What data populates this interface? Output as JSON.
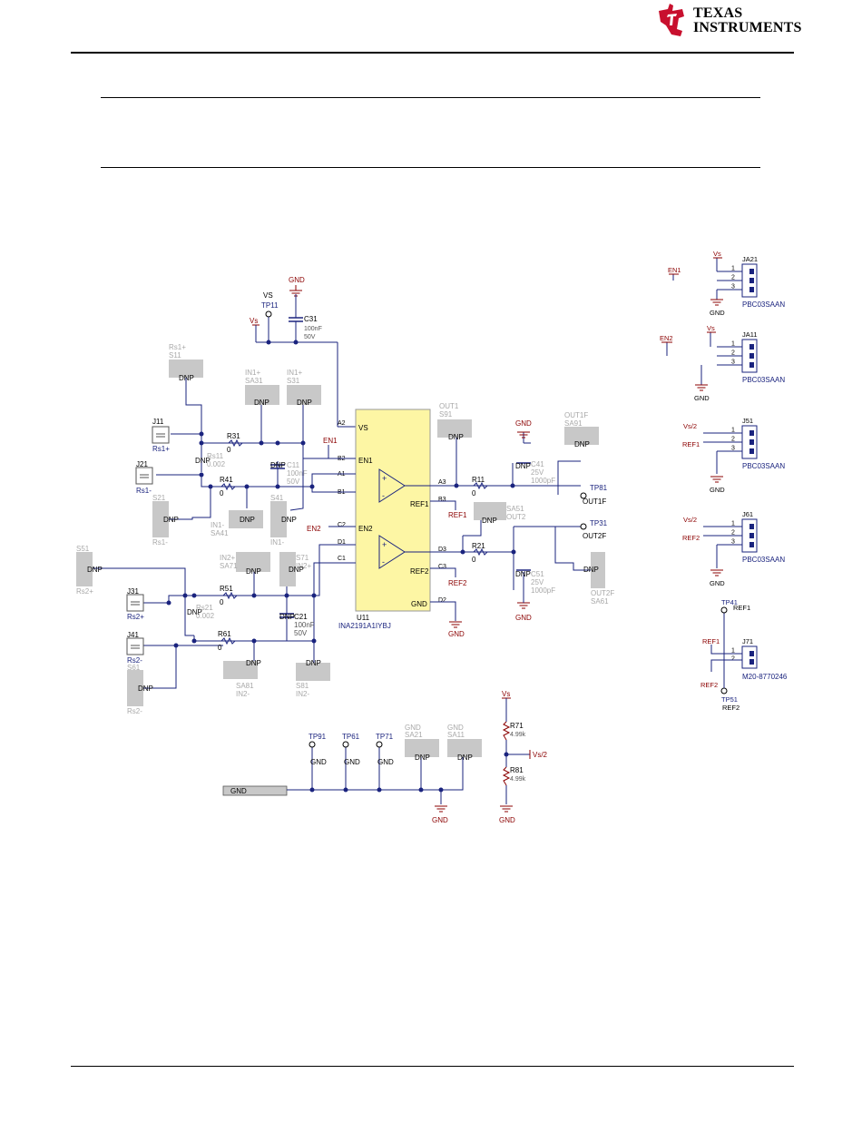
{
  "header": {
    "brand_line1": "TEXAS",
    "brand_line2": "INSTRUMENTS"
  },
  "colors": {
    "wire": "#1a237e",
    "grey_pad": "#c8c8c8",
    "grey_text": "#a8a8a8",
    "ic_fill": "#fdf6a4",
    "net_red": "#8b0000",
    "accent": "#c8102e"
  },
  "schematic": {
    "ic": {
      "ref": "U11",
      "part": "INA2191A1IYBJ",
      "pins": {
        "vs": "VS",
        "en1": "EN1",
        "en2": "EN2",
        "ref1": "REF1",
        "ref2": "REF2",
        "gnd": "GND",
        "a2": "A2",
        "b2": "B2",
        "a1": "A1",
        "b1": "B1",
        "c2": "C2",
        "d1": "D1",
        "c1": "C1",
        "a3": "A3",
        "b3": "B3",
        "d3": "D3",
        "c3": "C3",
        "d2": "D2"
      }
    },
    "top_power": {
      "gnd": "GND",
      "vs_label": "VS",
      "tp11": "TP11",
      "vs": "Vs",
      "c31_ref": "C31",
      "c31_val": "100nF",
      "c31_volt": "50V"
    },
    "parts": {
      "dnp": "DNP",
      "zero": "0",
      "j11": "J11",
      "rs1p": "Rs1+",
      "j21": "J21",
      "rs1m": "Rs1-",
      "j31": "J31",
      "rs2p": "Rs2+",
      "j41": "J41",
      "rs2m": "Rs2-",
      "r31": "R31",
      "r41": "R41",
      "r51": "R51",
      "r61": "R61",
      "r11": "R11",
      "r21": "R21",
      "rs11": "Rs11",
      "rs11v": "0.002",
      "rs21": "Rs21",
      "rs21v": "0.002",
      "c11": "C11",
      "c11v": "100nF",
      "c11w": "50V",
      "c21": "C21",
      "c21v": "100nF",
      "c21w": "50V",
      "rs1p_s11a": "Rs1+",
      "s11": "S11",
      "in1p_sa31a": "IN1+",
      "sa31": "SA31",
      "in1p_s31a": "IN1+",
      "s31": "S31",
      "s21": "S21",
      "rs1m_b": "Rs1-",
      "in1m_a": "IN1-",
      "sa41": "SA41",
      "s41": "S41",
      "in1m_b": "IN1-",
      "s51": "S51",
      "rs2p_b": "Rs2+",
      "in2p_a": "IN2+",
      "sa71": "SA71",
      "s71": "S71",
      "in2p_b": "IN2+",
      "s61": "S61",
      "rs2m_b": "Rs2-",
      "sa81": "SA81",
      "in2m_a": "IN2-",
      "s81": "S81",
      "in2m_b": "IN2-",
      "out1": "OUT1",
      "s91": "S91",
      "sa51": "SA51",
      "out2": "OUT2",
      "out1f": "OUT1F",
      "sa91": "SA91",
      "c41": "C41",
      "c41v": "25V",
      "c41w": "1000pF",
      "c51": "C51",
      "c51v": "25V",
      "c51w": "1000pF",
      "tp81": "TP81",
      "out1f_net": "OUT1F",
      "tp31": "TP31",
      "out2f_net": "OUT2F",
      "out2f_b": "OUT2F",
      "sa61": "SA61",
      "gnd": "GND",
      "en1_flag": "EN1",
      "en2_flag": "EN2",
      "ref1_flag": "REF1",
      "ref2_flag": "REF2"
    },
    "bottom": {
      "tp91": "TP91",
      "tp61": "TP61",
      "tp71": "TP71",
      "gnd": "GND",
      "sa21": "SA21",
      "sa11": "SA11",
      "dnp": "DNP",
      "gnd_bar": "GND",
      "vs": "Vs",
      "r71": "R71",
      "r71v": "4.99k",
      "r81": "R81",
      "r81v": "4.99k",
      "vs2": "Vs/2"
    },
    "right": {
      "ja21": "JA21",
      "ja11": "JA11",
      "j51": "J51",
      "j61": "J61",
      "j71": "J71",
      "pbc": "PBC03SAAN",
      "m20": "M20-8770246",
      "p1": "1",
      "p2": "2",
      "p3": "3",
      "vs": "Vs",
      "en1": "EN1",
      "en2": "EN2",
      "vs2": "Vs/2",
      "ref1": "REF1",
      "ref2": "REF2",
      "gnd": "GND",
      "tp41": "TP41",
      "tp51": "TP51"
    }
  }
}
